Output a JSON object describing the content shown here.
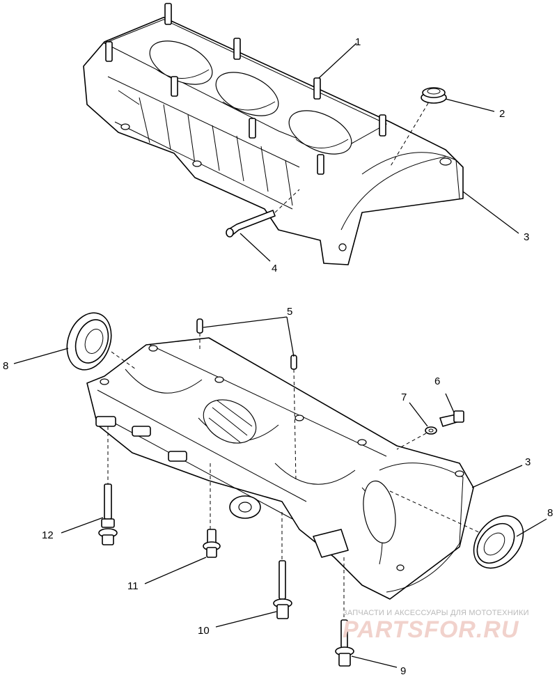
{
  "diagram": {
    "callouts": {
      "c1": "1",
      "c2": "2",
      "c3_upper": "3",
      "c4": "4",
      "c5": "5",
      "c6": "6",
      "c7": "7",
      "c8_left": "8",
      "c3_lower": "3",
      "c8_right": "8",
      "c12": "12",
      "c11": "11",
      "c10": "10",
      "c9": "9"
    }
  },
  "watermark": {
    "caption": "ЗАПЧАСТИ И АКСЕССУАРЫ ДЛЯ МОТОТЕХНИКИ",
    "logo": "PARTSFOR.RU"
  }
}
